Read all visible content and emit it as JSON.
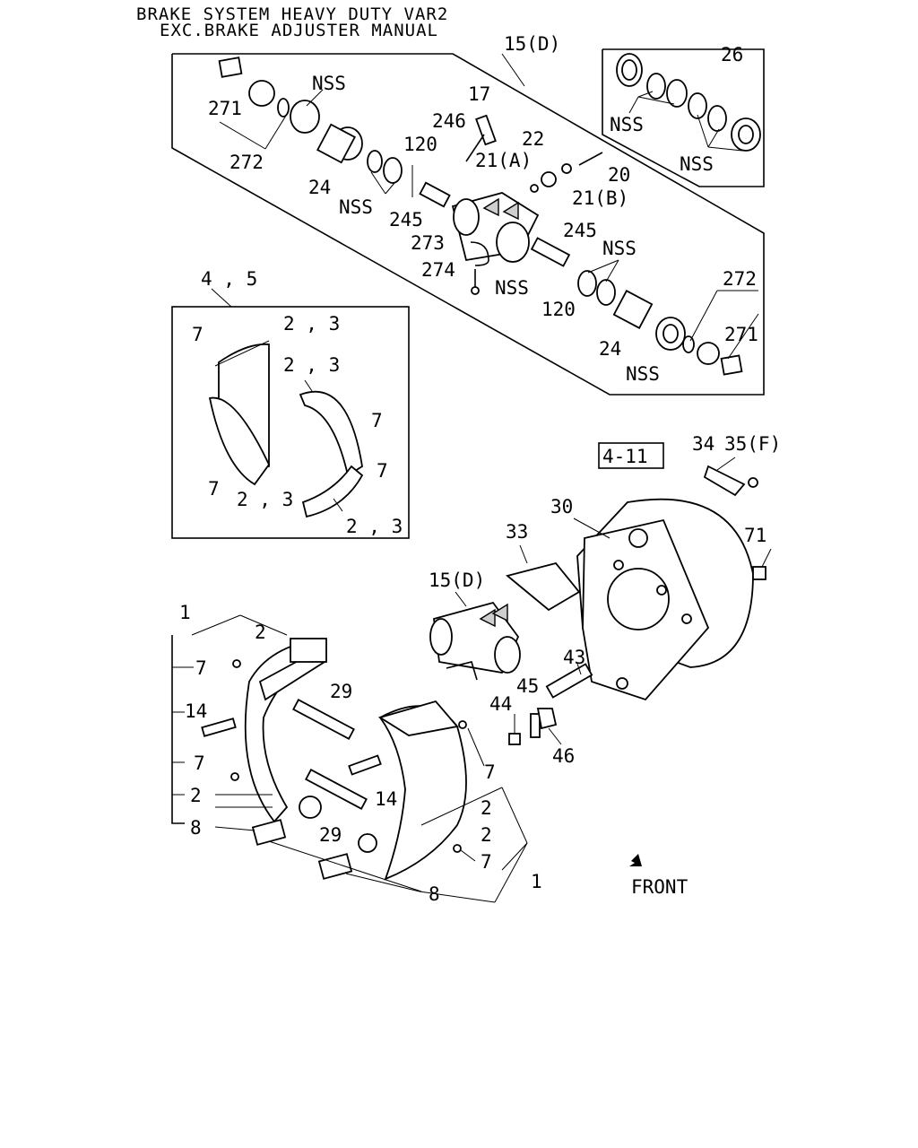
{
  "title": {
    "line1": "BRAKE SYSTEM HEAVY DUTY VAR2",
    "line2": "EXC.BRAKE ADJUSTER MANUAL"
  },
  "front_label": "FRONT",
  "ref_box": "4-11",
  "callouts": {
    "c1": "15(D)",
    "c2": "26",
    "c3": "NSS",
    "c4": "271",
    "c5": "272",
    "c6": "17",
    "c7": "246",
    "c8": "120",
    "c9": "22",
    "c10": "21(A)",
    "c11": "20",
    "c12": "21(B)",
    "c13": "24",
    "c14": "NSS",
    "c15": "245",
    "c16": "NSS",
    "c17": "NSS",
    "c18": "273",
    "c19": "274",
    "c20": "NSS",
    "c21": "245",
    "c22": "NSS",
    "c23": "120",
    "c24": "272",
    "c25": "271",
    "c26": "24",
    "c27": "NSS",
    "c28": "4 , 5",
    "c29": "7",
    "c30": "2 , 3",
    "c31": "2 , 3",
    "c32": "7",
    "c33": "7",
    "c34": "7",
    "c35": "2 , 3",
    "c36": "2 , 3",
    "c37": "34",
    "c38": "35(F)",
    "c39": "30",
    "c40": "33",
    "c41": "71",
    "c42": "15(D)",
    "c43": "1",
    "c44": "2",
    "c45": "7",
    "c46": "29",
    "c47": "14",
    "c48": "43",
    "c49": "45",
    "c50": "44",
    "c51": "46",
    "c52": "7",
    "c53": "2",
    "c54": "14",
    "c55": "7",
    "c56": "8",
    "c57": "29",
    "c58": "2",
    "c59": "2",
    "c60": "7",
    "c61": "1",
    "c62": "8"
  }
}
